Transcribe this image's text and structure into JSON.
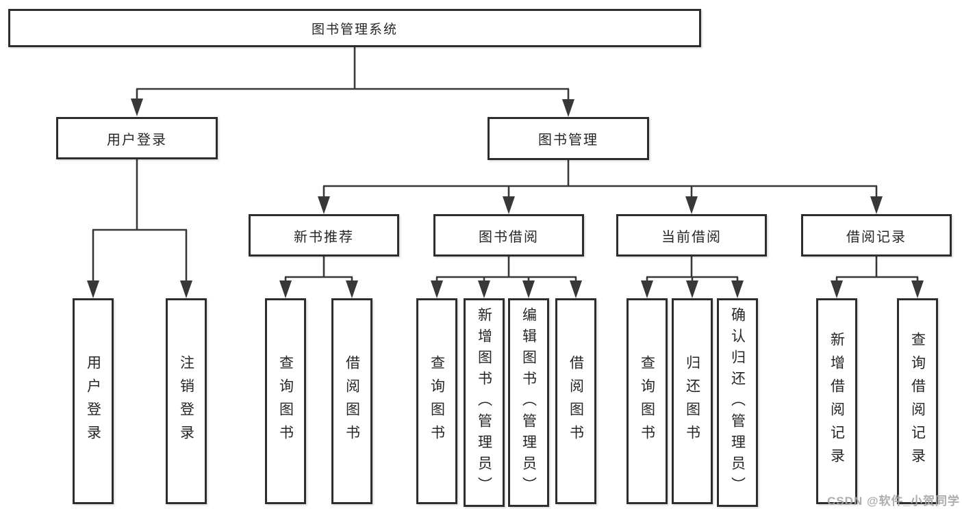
{
  "tree": {
    "label": "图书管理系统",
    "children": [
      {
        "label": "用户登录",
        "children": [
          {
            "label": "用户登录"
          },
          {
            "label": "注销登录"
          }
        ]
      },
      {
        "label": "图书管理",
        "children": [
          {
            "label": "新书推荐",
            "children": [
              {
                "label": "查询图书"
              },
              {
                "label": "借阅图书"
              }
            ]
          },
          {
            "label": "图书借阅",
            "children": [
              {
                "label": "查询图书"
              },
              {
                "label": "新增图书（管理员）"
              },
              {
                "label": "编辑图书（管理员）"
              },
              {
                "label": "借阅图书"
              }
            ]
          },
          {
            "label": "当前借阅",
            "children": [
              {
                "label": "查询图书"
              },
              {
                "label": "归还图书"
              },
              {
                "label": "确认归还（管理员）"
              }
            ]
          },
          {
            "label": "借阅记录",
            "children": [
              {
                "label": "新增借阅记录"
              },
              {
                "label": "查询借阅记录"
              }
            ]
          }
        ]
      }
    ]
  },
  "watermark": "CSDN @软件_小贺同学",
  "colors": {
    "line": "#383838",
    "box_border": "#2d2d2d",
    "text": "#262626",
    "watermark": "#a4a4a4",
    "background": "#ffffff"
  }
}
